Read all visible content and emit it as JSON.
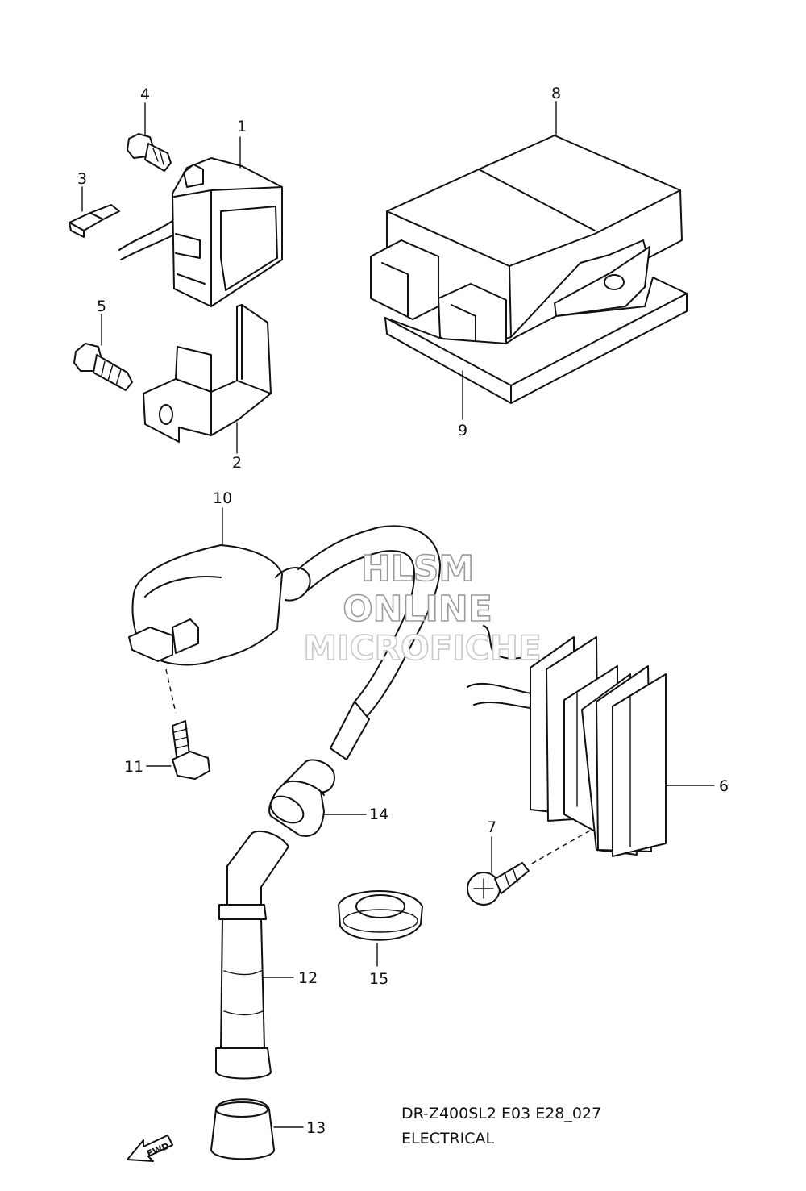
{
  "diagram": {
    "caption_line1": "DR-Z400SL2 E03 E28_027",
    "caption_line2": "ELECTRICAL",
    "watermark": [
      "HLSM",
      "ONLINE",
      "MICROFICHE"
    ],
    "fwd_label": "FWD",
    "callouts": [
      "1",
      "2",
      "3",
      "4",
      "5",
      "6",
      "7",
      "8",
      "9",
      "10",
      "11",
      "12",
      "13",
      "14",
      "15"
    ]
  }
}
